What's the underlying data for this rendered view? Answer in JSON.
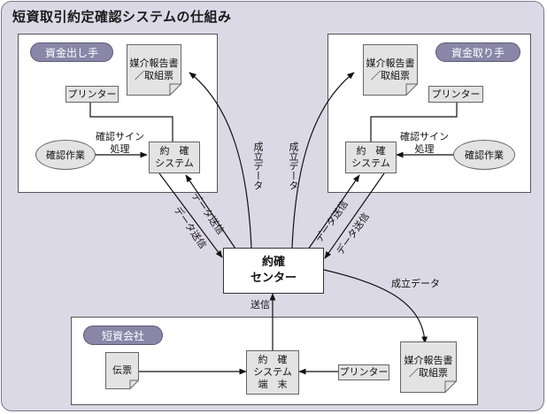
{
  "title": "短資取引約定確認システムの仕組み",
  "lender": {
    "label": "資金出し手",
    "printer": "プリンター",
    "report": "媒介報告書\n／取組票",
    "system": "約　確\nシステム",
    "confirm_task": "確認作業",
    "sign_process": "確認サイン\n処理"
  },
  "borrower": {
    "label": "資金取り手",
    "printer": "プリンター",
    "report": "媒介報告書\n／取組票",
    "system": "約　確\nシステム",
    "confirm_task": "確認作業",
    "sign_process": "確認サイン\n処理"
  },
  "center": {
    "label": "約確\nセンター"
  },
  "tanshi": {
    "label": "短資会社",
    "slip": "伝票",
    "terminal": "約　確\nシステム\n端　末",
    "printer": "プリンター",
    "report": "媒介報告書\n／取組票"
  },
  "flows": {
    "established_data_left": "成立データ",
    "established_data_right": "成立データ",
    "established_data_bottom": "成立データ",
    "data_send": "データ送信",
    "send": "送信"
  },
  "colors": {
    "background": "#dcd9e6",
    "pill": "#8a86a8",
    "box_fill": "#e3e3e3"
  }
}
